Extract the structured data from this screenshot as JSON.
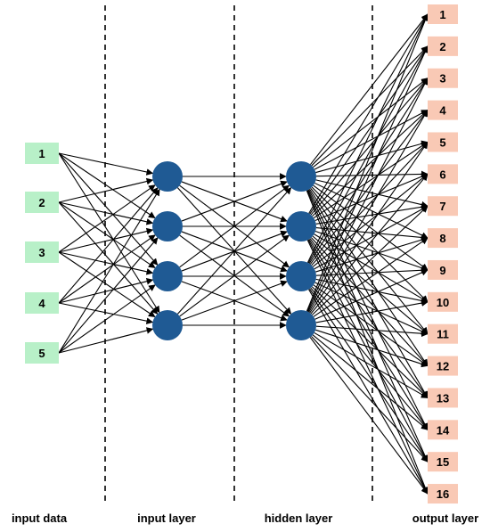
{
  "layers": [
    {
      "label": "input data",
      "kind": "box",
      "nodes": [
        "1",
        "2",
        "3",
        "4",
        "5"
      ]
    },
    {
      "label": "input layer",
      "kind": "circle",
      "count": 4
    },
    {
      "label": "hidden layer",
      "kind": "circle",
      "count": 4
    },
    {
      "label": "output layer",
      "kind": "box",
      "nodes": [
        "1",
        "2",
        "3",
        "4",
        "5",
        "6",
        "7",
        "8",
        "9",
        "10",
        "11",
        "12",
        "13",
        "14",
        "15",
        "16"
      ]
    }
  ],
  "colors": {
    "input_box": "#b8f0c8",
    "neuron": "#1f5a94",
    "output_box": "#f9c9b5",
    "connection": "#000000",
    "separator": "#000000"
  },
  "connections": "fully-connected between adjacent layers, with arrowheads",
  "separators": "dashed vertical lines between layers"
}
